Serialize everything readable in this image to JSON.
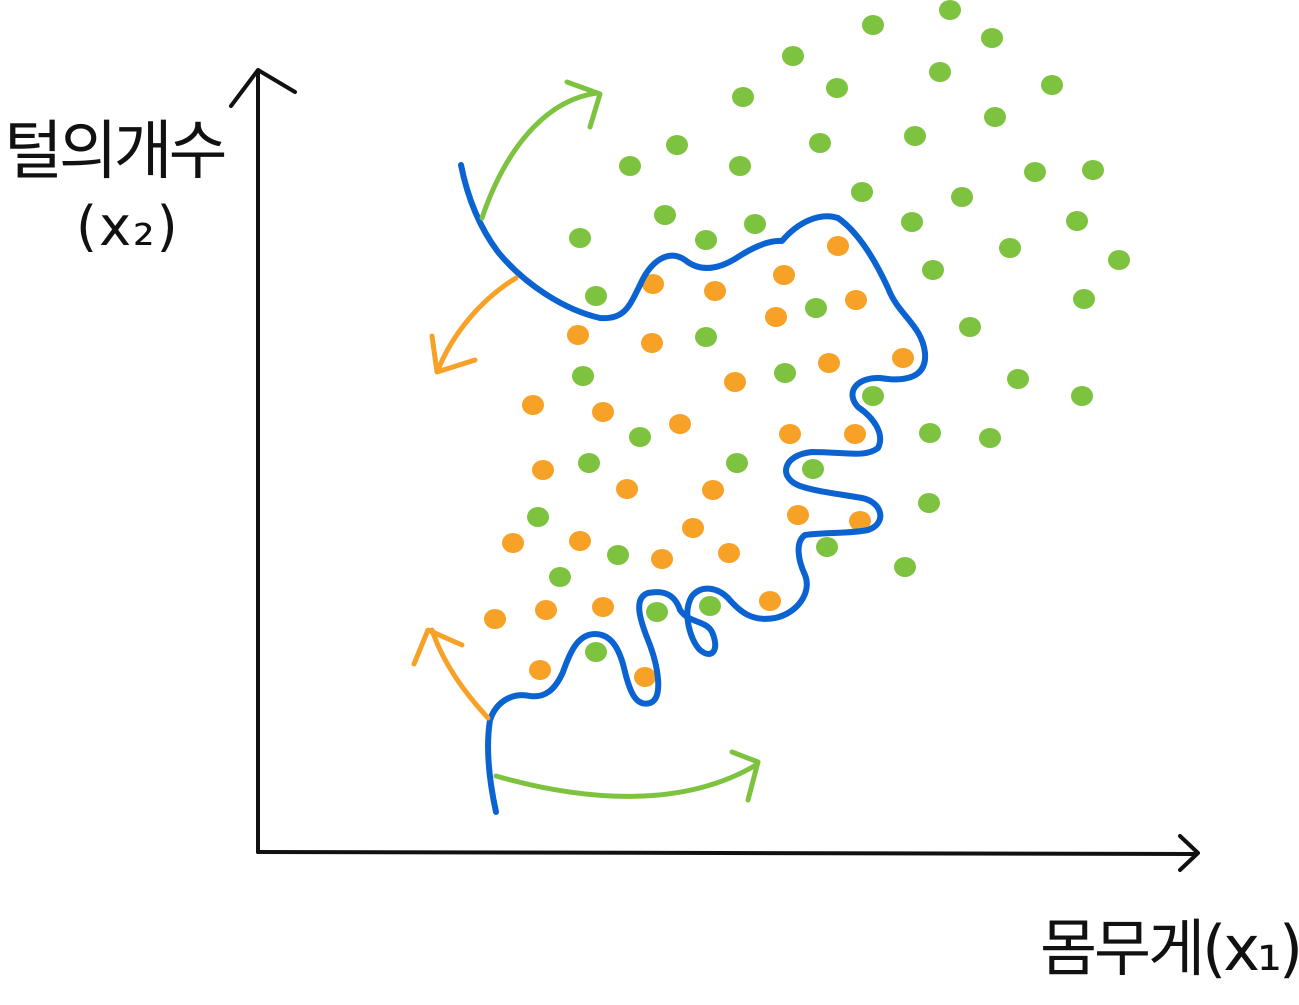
{
  "diagram": {
    "y_axis_label": "털의개수",
    "y_axis_variable": "(x₂)",
    "x_axis_label": "몸무게(x₁)",
    "colors": {
      "class_a": "#7dc340",
      "class_b": "#f7a126",
      "boundary": "#0b63d1",
      "axes": "#111111"
    },
    "boundary_style": "overfit-wiggly",
    "arrows": [
      "green-outward-top",
      "orange-inward-top",
      "orange-inward-bottom",
      "green-outward-bottom"
    ]
  }
}
